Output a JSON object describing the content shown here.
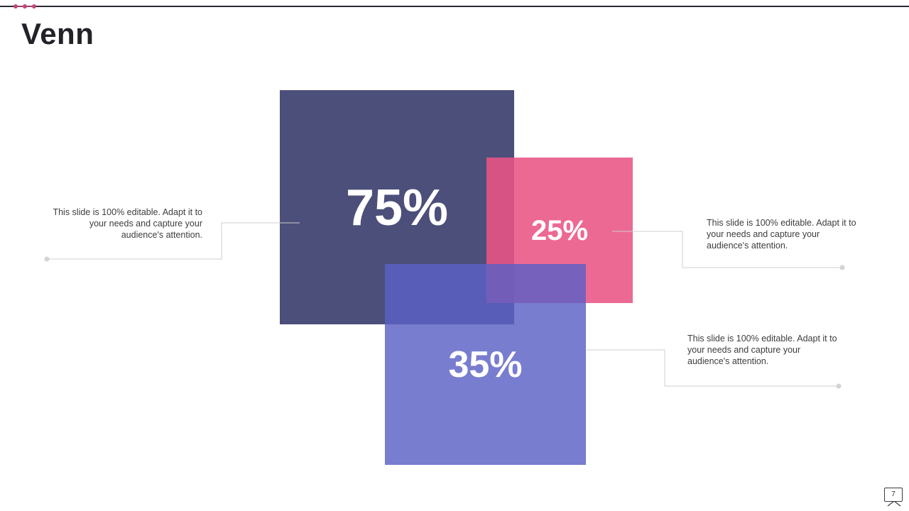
{
  "slide": {
    "title": "Venn",
    "page_number": "7"
  },
  "venn": {
    "sets": [
      {
        "label": "75%",
        "value": 75,
        "color": "#4c4f7a"
      },
      {
        "label": "25%",
        "value": 25,
        "color": "#e95485"
      },
      {
        "label": "35%",
        "value": 35,
        "color": "#5c60c4"
      }
    ]
  },
  "notes": {
    "left": "This slide is 100% editable. Adapt it to your needs and capture your audience's attention.",
    "right_top": "This slide is 100% editable. Adapt it to your needs and capture your audience's attention.",
    "right_bottom": "This slide is 100% editable. Adapt it to your needs and capture your audience's attention."
  },
  "colors": {
    "accent": "#c0457a",
    "rule": "#2b2b33",
    "connector": "#cfcfcf"
  }
}
